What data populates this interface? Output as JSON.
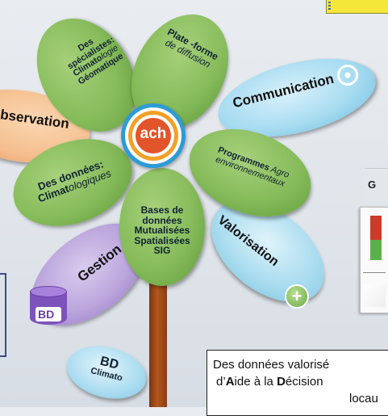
{
  "petals": {
    "observation": "bservation",
    "specialistes": {
      "line1": "Des",
      "line2": "spécialistes:",
      "line3a": "Climato",
      "line3b": "logie",
      "line4": "Géomatique"
    },
    "plateforme": {
      "line1": "Plate -forme",
      "line2": "de diffusion"
    },
    "communication": "Communication",
    "programmes": {
      "line1a": "Programmes",
      "line1b": " Agro",
      "line2": "environnementaux"
    },
    "donnees": {
      "line1": "Des données:",
      "line2a": "Climat",
      "line2b": "ologiques"
    },
    "bases": {
      "line1": "Bases de",
      "line2": "données",
      "line3": "Mutualisées",
      "line4": "Spatialisées",
      "line5": "SIG"
    },
    "valorisation": "Valorisation",
    "gestion": "Gestion"
  },
  "center_logo": "ach",
  "bd_icon": "BD",
  "bd_climat": {
    "line1": "BD",
    "line2": "Climato"
  },
  "plus_icon": "+",
  "side_label": "G",
  "caption": {
    "line1": "Des données valorisé",
    "line2_pre": "d’",
    "line2_A": "A",
    "line2_mid1": "ide à la ",
    "line2_D": "D",
    "line2_mid2": "écision",
    "line3": "locau"
  },
  "colors": {
    "green": "#86bb5a",
    "blue": "#9ed8f0",
    "orange": "#f6c89a",
    "purple": "#b9a3d9",
    "stem": "#a54d1a",
    "database": "#8a5fc2"
  }
}
